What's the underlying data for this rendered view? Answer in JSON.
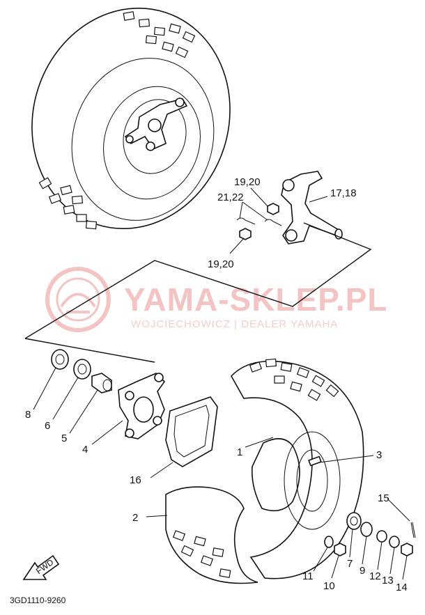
{
  "watermark": {
    "title": "YAMA-SKLEP.PL",
    "subtitle": "WOJCIECHOWICZ | DEALER YAMAHA",
    "color": "#f4c4c4"
  },
  "diagram_code": "3GD1110-9260",
  "fwd_label": "FWD",
  "callouts": {
    "c1920a": "19,20",
    "c2122": "21,22",
    "c1718": "17,18",
    "c1920b": "19,20",
    "c8": "8",
    "c6": "6",
    "c5": "5",
    "c4": "4",
    "c1": "1",
    "c3": "3",
    "c16": "16",
    "c2": "2",
    "c15": "15",
    "c7": "7",
    "c9": "9",
    "c12": "12",
    "c13": "13",
    "c14": "14",
    "c11": "11",
    "c10": "10"
  }
}
